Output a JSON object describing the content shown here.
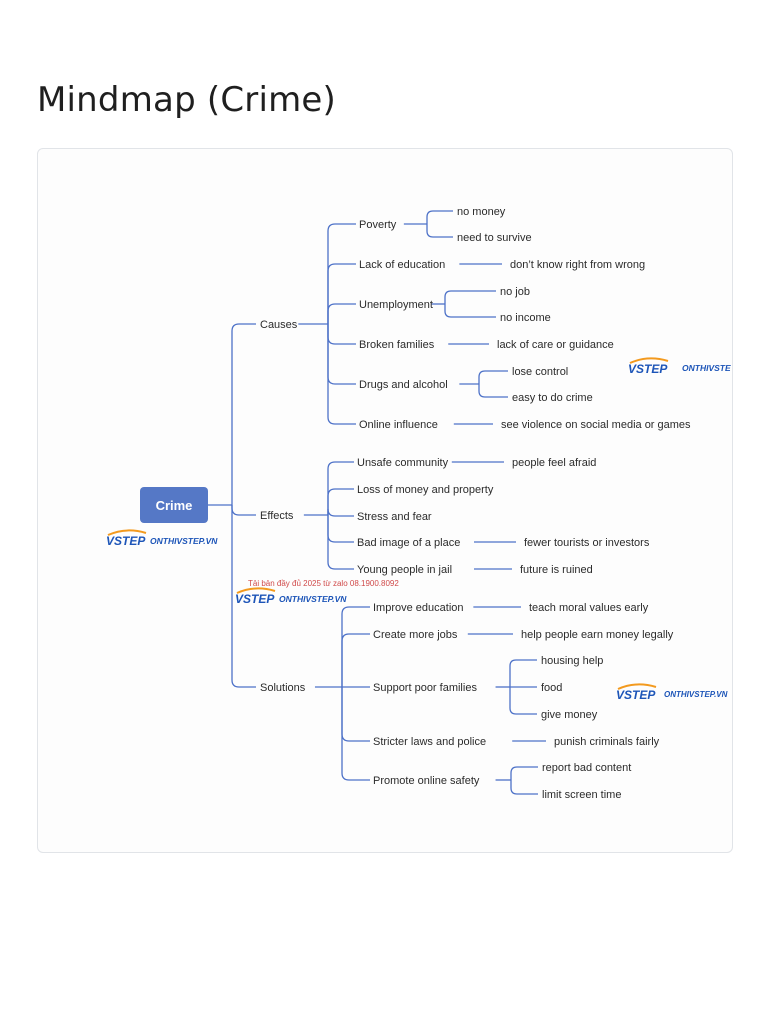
{
  "page": {
    "title": "Mindmap (Crime)"
  },
  "mindmap": {
    "root": "Crime",
    "branches": [
      {
        "label": "Causes",
        "children": [
          {
            "label": "Poverty",
            "children": [
              "no money",
              "need to survive"
            ]
          },
          {
            "label": "Lack of education",
            "children": [
              "don’t know right from wrong"
            ]
          },
          {
            "label": "Unemployment",
            "children": [
              "no job",
              "no income"
            ]
          },
          {
            "label": "Broken families",
            "children": [
              "lack of care or guidance"
            ]
          },
          {
            "label": "Drugs and alcohol",
            "children": [
              "lose control",
              "easy to do crime"
            ]
          },
          {
            "label": "Online influence",
            "children": [
              "see violence on social media or games"
            ]
          }
        ]
      },
      {
        "label": "Effects",
        "children": [
          {
            "label": "Unsafe community",
            "children": [
              "people feel afraid"
            ]
          },
          {
            "label": "Loss of money and property",
            "children": []
          },
          {
            "label": "Stress and fear",
            "children": []
          },
          {
            "label": "Bad image of a place",
            "children": [
              "fewer tourists or investors"
            ]
          },
          {
            "label": "Young people in jail",
            "children": [
              "future is ruined"
            ]
          }
        ]
      },
      {
        "label": "Solutions",
        "children": [
          {
            "label": "Improve education",
            "children": [
              "teach moral values early"
            ]
          },
          {
            "label": "Create more jobs",
            "children": [
              "help people earn money legally"
            ]
          },
          {
            "label": "Support poor families",
            "children": [
              "housing help",
              "food",
              "give money"
            ]
          },
          {
            "label": "Stricter laws and police",
            "children": [
              "punish criminals fairly"
            ]
          },
          {
            "label": "Promote online safety",
            "children": [
              "report bad content",
              "limit screen time"
            ]
          }
        ]
      }
    ]
  },
  "watermarks": {
    "brand": "VSTEP",
    "site": "ONTHIVSTEP.VN",
    "site_cut": "ONTHIVSTE",
    "notice": "Tải bản đầy đủ 2025 từ zalo 08.1900.8092"
  },
  "colors": {
    "root_fill": "#5578c6",
    "link": "#4e72c8",
    "brand_blue": "#1d55b8",
    "brand_orange": "#f39a1e",
    "notice_red": "#d04a4a"
  }
}
